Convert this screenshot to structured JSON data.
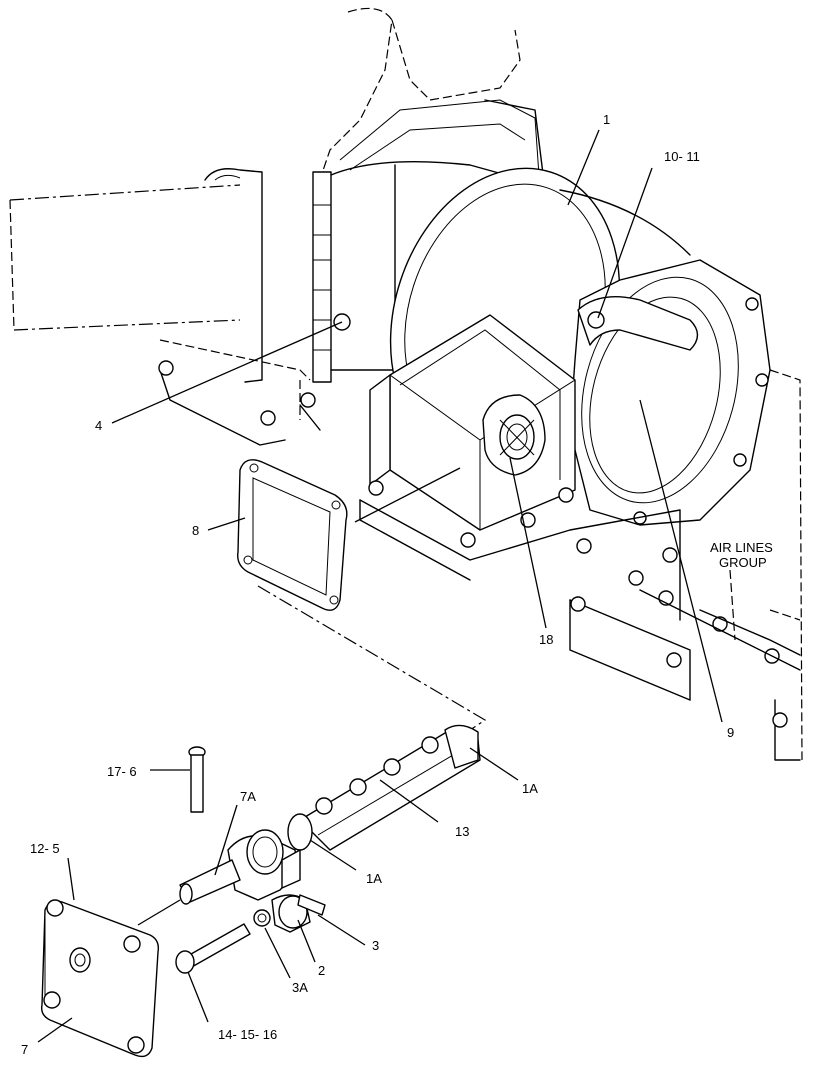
{
  "callouts": {
    "c1": "1",
    "c10_11": "10- 11",
    "c4": "4",
    "c8": "8",
    "c18": "18",
    "c9": "9",
    "c1A_top": "1A",
    "c13": "13",
    "c1A_mid": "1A",
    "c17_6": "17- 6",
    "c7A": "7A",
    "c12_5": "12- 5",
    "c3": "3",
    "c2": "2",
    "c3A": "3A",
    "c7": "7",
    "c14_15_16": "14- 15- 16"
  },
  "notes": {
    "air_lines_1": "AIR LINES",
    "air_lines_2": "GROUP"
  }
}
